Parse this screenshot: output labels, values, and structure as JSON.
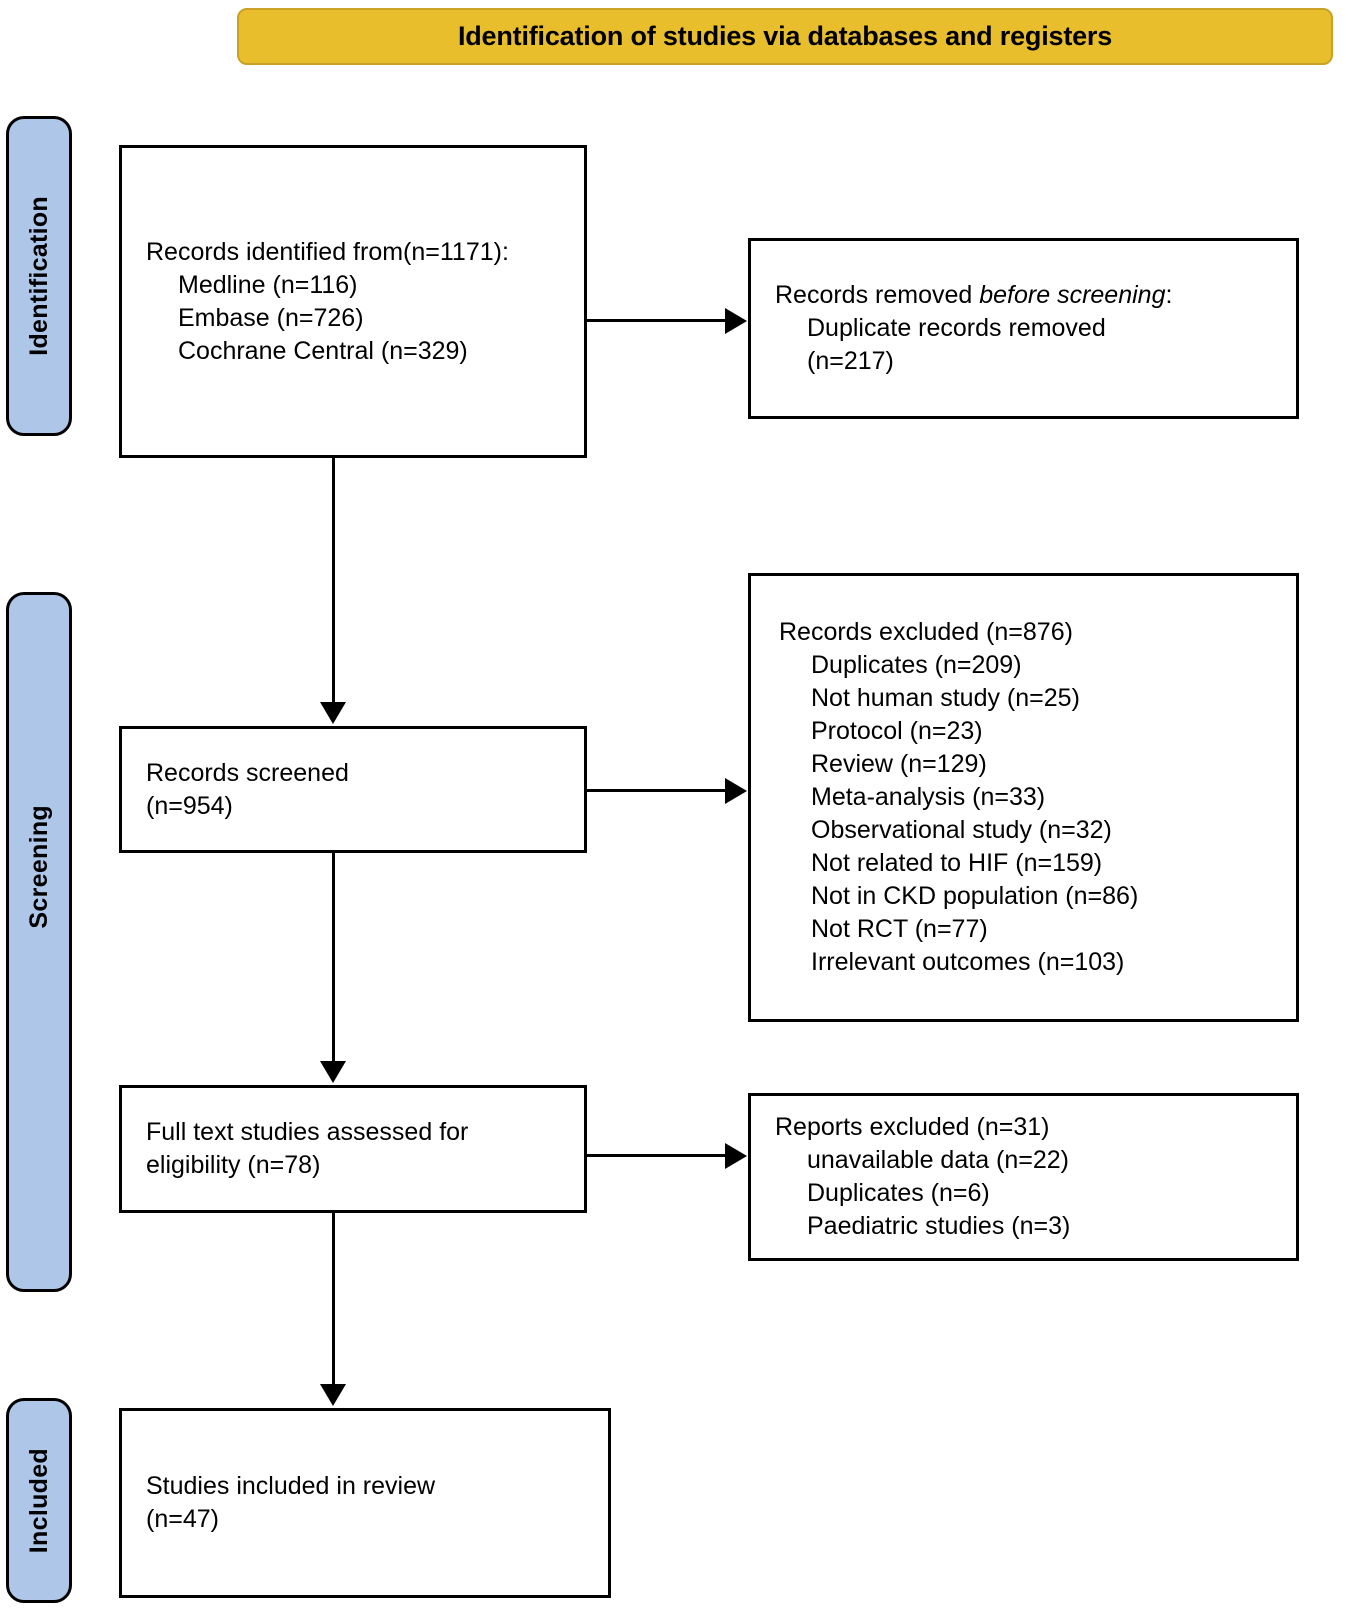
{
  "banner": {
    "title": "Identification of studies via databases and registers",
    "fill_color": "#E9BE2D"
  },
  "stages": {
    "fill_color": "#AEC6E8",
    "identification": "Identification",
    "screening": "Screening",
    "included": "Included"
  },
  "boxes": {
    "identified": {
      "heading": "Records identified from(n=1171):",
      "lines": [
        "Medline (n=116)",
        "Embase (n=726)",
        "Cochrane Central (n=329)"
      ]
    },
    "removed": {
      "heading_before": "Records removed ",
      "heading_italic": "before screening",
      "heading_after": ":",
      "lines": [
        "Duplicate records removed",
        "(n=217)"
      ]
    },
    "screened": {
      "heading": "Records screened",
      "lines": [
        "(n=954)"
      ]
    },
    "excluded": {
      "heading": "Records excluded (n=876)",
      "lines": [
        "Duplicates (n=209)",
        "Not human study (n=25)",
        "Protocol (n=23)",
        "Review (n=129)",
        "Meta-analysis (n=33)",
        "Observational study (n=32)",
        "Not related to HIF (n=159)",
        "Not in CKD population (n=86)",
        "Not RCT (n=77)",
        "Irrelevant outcomes (n=103)"
      ]
    },
    "fulltext": {
      "heading": "Full text studies assessed for",
      "lines": [
        "eligibility (n=78)"
      ]
    },
    "reports_excluded": {
      "heading": "Reports excluded (n=31)",
      "lines": [
        "unavailable data (n=22)",
        "Duplicates (n=6)",
        "Paediatric studies (n=3)"
      ]
    },
    "included": {
      "heading": "Studies included in review",
      "lines": [
        "(n=47)"
      ]
    }
  },
  "chart_data": {
    "type": "diagram",
    "title": "Identification of studies via databases and registers",
    "nodes": [
      {
        "id": "identified",
        "stage": "Identification",
        "label": "Records identified from",
        "n": 1171,
        "sources": [
          {
            "name": "Medline",
            "n": 116
          },
          {
            "name": "Embase",
            "n": 726
          },
          {
            "name": "Cochrane Central",
            "n": 329
          }
        ]
      },
      {
        "id": "removed",
        "stage": "Identification",
        "label": "Records removed before screening: Duplicate records removed",
        "n": 217
      },
      {
        "id": "screened",
        "stage": "Screening",
        "label": "Records screened",
        "n": 954
      },
      {
        "id": "excluded",
        "stage": "Screening",
        "label": "Records excluded",
        "n": 876,
        "reasons": [
          {
            "name": "Duplicates",
            "n": 209
          },
          {
            "name": "Not human study",
            "n": 25
          },
          {
            "name": "Protocol",
            "n": 23
          },
          {
            "name": "Review",
            "n": 129
          },
          {
            "name": "Meta-analysis",
            "n": 33
          },
          {
            "name": "Observational study",
            "n": 32
          },
          {
            "name": "Not related to HIF",
            "n": 159
          },
          {
            "name": "Not in CKD population",
            "n": 86
          },
          {
            "name": "Not RCT",
            "n": 77
          },
          {
            "name": "Irrelevant outcomes",
            "n": 103
          }
        ]
      },
      {
        "id": "fulltext",
        "stage": "Screening",
        "label": "Full text studies assessed for eligibility",
        "n": 78
      },
      {
        "id": "reports_excluded",
        "stage": "Screening",
        "label": "Reports excluded",
        "n": 31,
        "reasons": [
          {
            "name": "unavailable data",
            "n": 22
          },
          {
            "name": "Duplicates",
            "n": 6
          },
          {
            "name": "Paediatric studies",
            "n": 3
          }
        ]
      },
      {
        "id": "included",
        "stage": "Included",
        "label": "Studies included in review",
        "n": 47
      }
    ],
    "edges": [
      {
        "from": "identified",
        "to": "removed",
        "direction": "right"
      },
      {
        "from": "identified",
        "to": "screened",
        "direction": "down"
      },
      {
        "from": "screened",
        "to": "excluded",
        "direction": "right"
      },
      {
        "from": "screened",
        "to": "fulltext",
        "direction": "down"
      },
      {
        "from": "fulltext",
        "to": "reports_excluded",
        "direction": "right"
      },
      {
        "from": "fulltext",
        "to": "included",
        "direction": "down"
      }
    ]
  }
}
